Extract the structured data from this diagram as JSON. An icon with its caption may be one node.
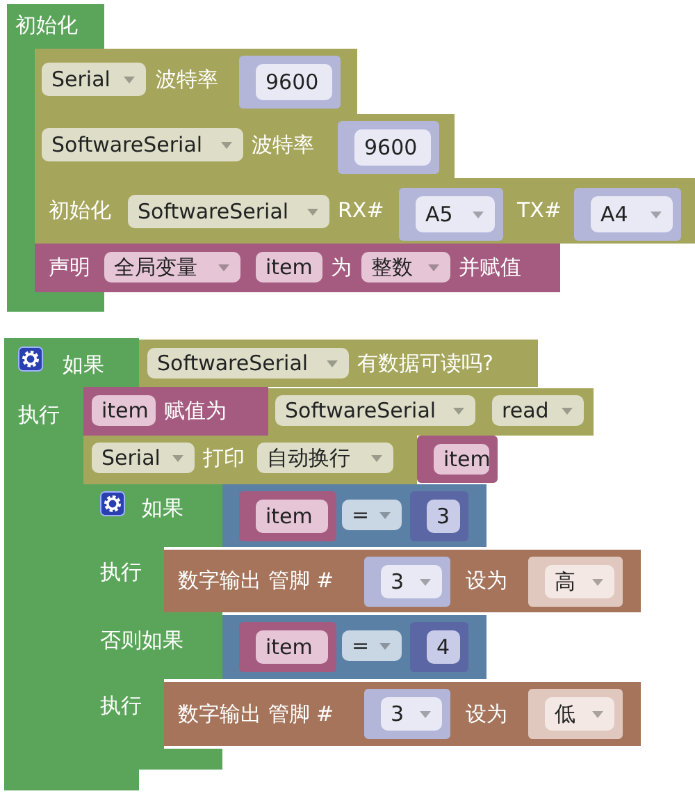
{
  "diagram": {
    "nodes": [
      {
        "text": [
          "初始化"
        ]
      },
      {
        "text": [
          "波特率"
        ]
      },
      {
        "text": [
          "Serial"
        ],
        "in": 1
      },
      {
        "text": [
          "9600"
        ],
        "in": 1
      },
      {
        "text": [
          "波特率"
        ]
      },
      {
        "text": [
          "SoftwareSerial"
        ],
        "in": 4
      },
      {
        "text": [
          "9600"
        ],
        "in": 4
      },
      {
        "text": [
          "初始化",
          "RX#",
          "TX#"
        ]
      },
      {
        "text": [
          "SoftwareSerial"
        ],
        "in": 7
      },
      {
        "text": [
          "A5"
        ],
        "in": 7
      },
      {
        "text": [
          "A4"
        ],
        "in": 7
      },
      {
        "text": [
          "声明",
          "为",
          "并赋值"
        ]
      },
      {
        "text": [
          "全局变量"
        ],
        "in": 11
      },
      {
        "text": [
          "item"
        ],
        "in": 11
      },
      {
        "text": [
          "整数"
        ],
        "in": 11
      },
      {
        "text": [
          "如果",
          "执行"
        ]
      },
      {
        "text": [
          "有数据可读吗?"
        ]
      },
      {
        "text": [
          "SoftwareSerial"
        ],
        "in": 16
      },
      {
        "text": [
          "赋值为"
        ]
      },
      {
        "text": [
          "item"
        ],
        "in": 18
      },
      {
        "text": [],
        "shape": "box"
      },
      {
        "text": [
          "SoftwareSerial"
        ],
        "in": 20
      },
      {
        "text": [
          "read"
        ],
        "in": 20
      },
      {
        "text": [
          "打印"
        ]
      },
      {
        "text": [
          "Serial"
        ],
        "in": 23
      },
      {
        "text": [
          "自动换行"
        ],
        "in": 23
      },
      {
        "text": [
          "item"
        ]
      },
      {
        "text": [
          "如果",
          "执行",
          "否则如果",
          "执行"
        ]
      },
      {
        "text": [],
        "shape": "box"
      },
      {
        "text": [
          "item"
        ],
        "in": 28
      },
      {
        "text": [
          "="
        ],
        "in": 28
      },
      {
        "text": [
          "3"
        ],
        "in": 28
      },
      {
        "text": [
          "数字输出 管脚 #",
          "设为"
        ]
      },
      {
        "text": [
          "3"
        ],
        "in": 32
      },
      {
        "text": [
          "高"
        ],
        "in": 32
      },
      {
        "text": [],
        "shape": "box"
      },
      {
        "text": [
          "item"
        ],
        "in": 35
      },
      {
        "text": [
          "="
        ],
        "in": 35
      },
      {
        "text": [
          "4"
        ],
        "in": 35
      },
      {
        "text": [
          "数字输出 管脚 #",
          "设为"
        ]
      },
      {
        "text": [
          "3"
        ],
        "in": 39
      },
      {
        "text": [
          "低"
        ],
        "in": 39
      }
    ]
  }
}
